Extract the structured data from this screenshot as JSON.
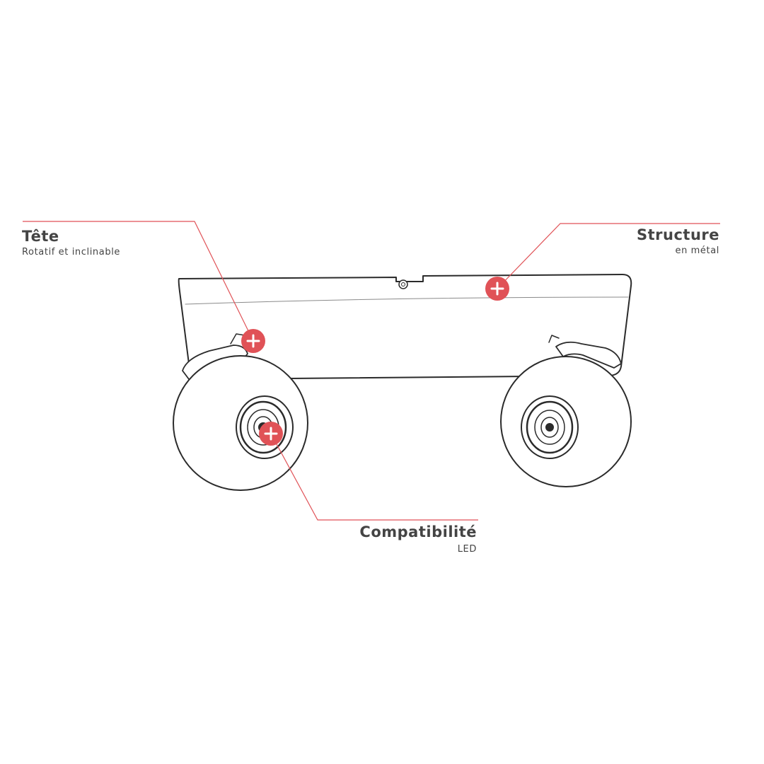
{
  "accent_color": "#e05257",
  "callouts": [
    {
      "id": "tete",
      "title": "Tête",
      "subtitle": "Rotatif et inclinable",
      "icon": "plus-icon"
    },
    {
      "id": "structure",
      "title": "Structure",
      "subtitle": "en métal",
      "icon": "plus-icon"
    },
    {
      "id": "compatibilite",
      "title": "Compatibilité",
      "subtitle": "LED",
      "icon": "plus-icon"
    }
  ]
}
